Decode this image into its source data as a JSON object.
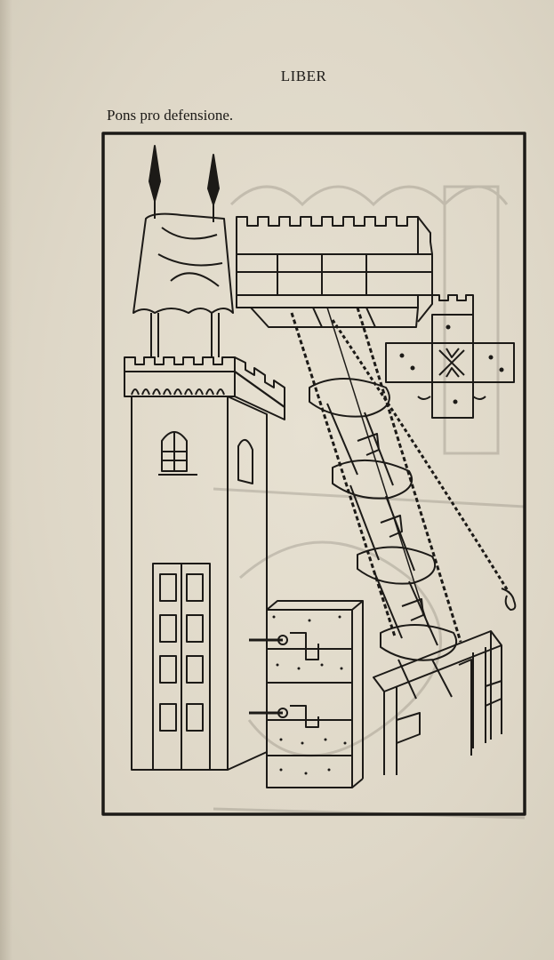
{
  "page": {
    "header": "LIBER",
    "caption": "Pons pro defensione."
  },
  "colors": {
    "paper": "#e4ddcd",
    "ink": "#1c1a17"
  },
  "illustration": {
    "subject": "woodcut-siege-tower-with-boarding-bridge"
  }
}
